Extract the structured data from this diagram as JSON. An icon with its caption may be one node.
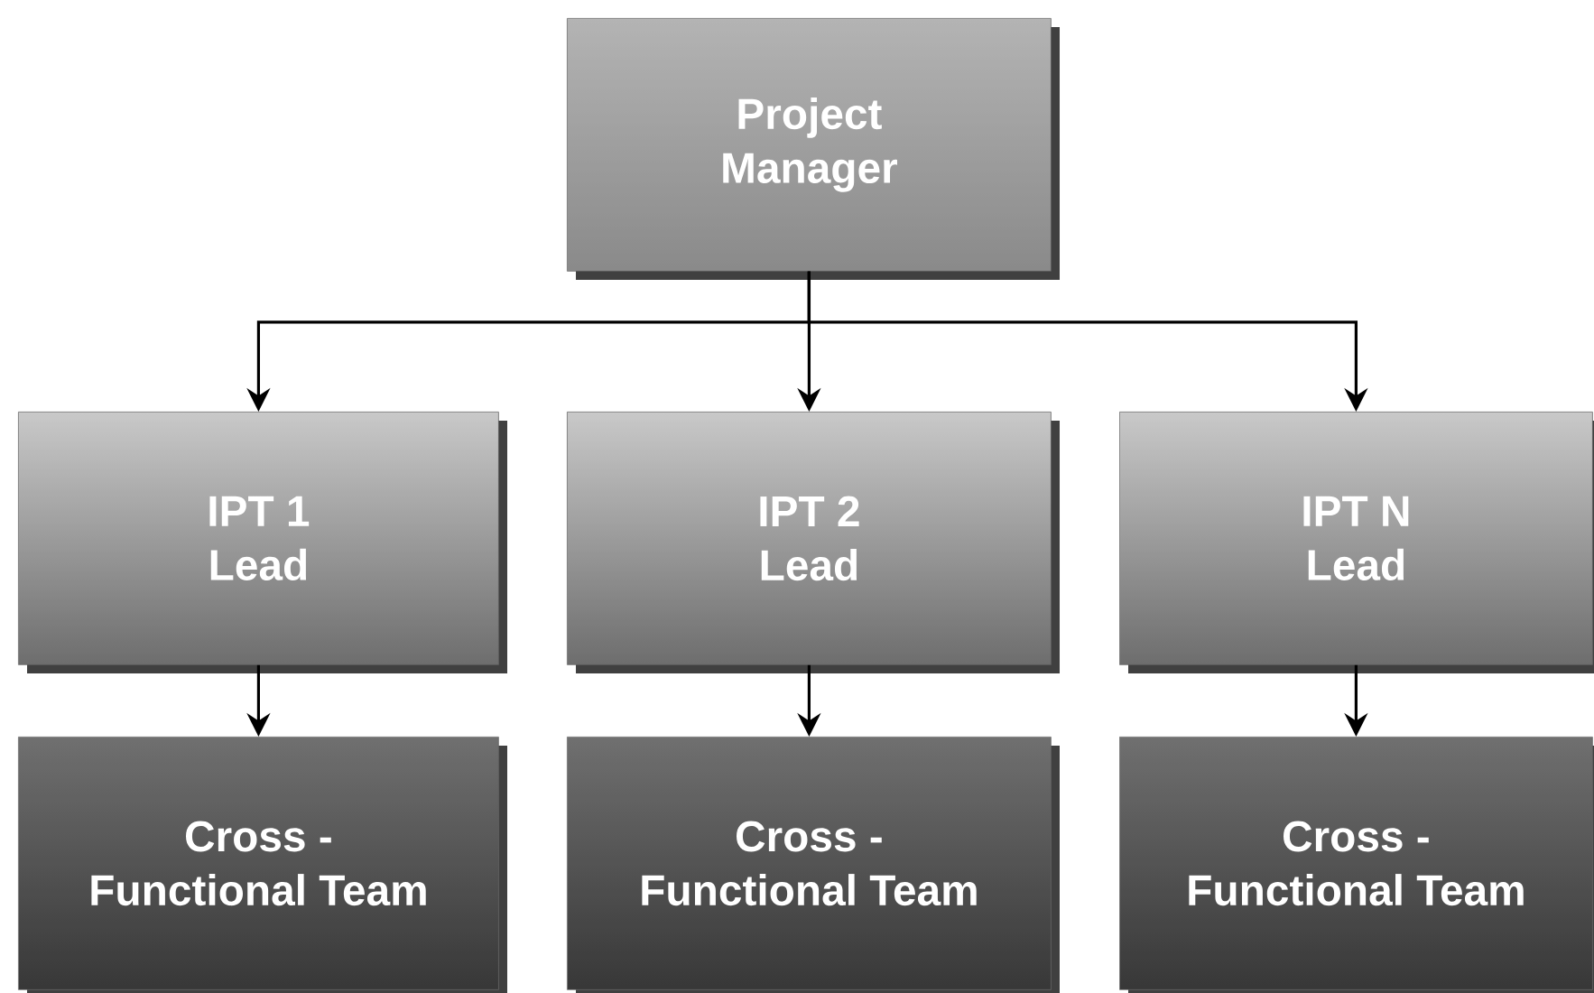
{
  "diagram": {
    "nodes": [
      {
        "text": [
          "Project Manager"
        ]
      },
      {
        "text": [
          "IPT 1 Lead"
        ]
      },
      {
        "text": [
          "IPT 2 Lead"
        ]
      },
      {
        "text": [
          "IPT N Lead"
        ]
      },
      {
        "text": [
          "Cross - Functional Team"
        ]
      },
      {
        "text": [
          "Cross - Functional Team"
        ]
      },
      {
        "text": [
          "Cross - Functional Team"
        ]
      }
    ],
    "edges": [
      {
        "from": 0,
        "to": 1,
        "arrow": "to"
      },
      {
        "from": 0,
        "to": 2,
        "arrow": "to"
      },
      {
        "from": 0,
        "to": 3,
        "arrow": "to"
      },
      {
        "from": 1,
        "to": 4,
        "arrow": "to"
      },
      {
        "from": 2,
        "to": 5,
        "arrow": "to"
      },
      {
        "from": 3,
        "to": 6,
        "arrow": "to"
      }
    ]
  }
}
